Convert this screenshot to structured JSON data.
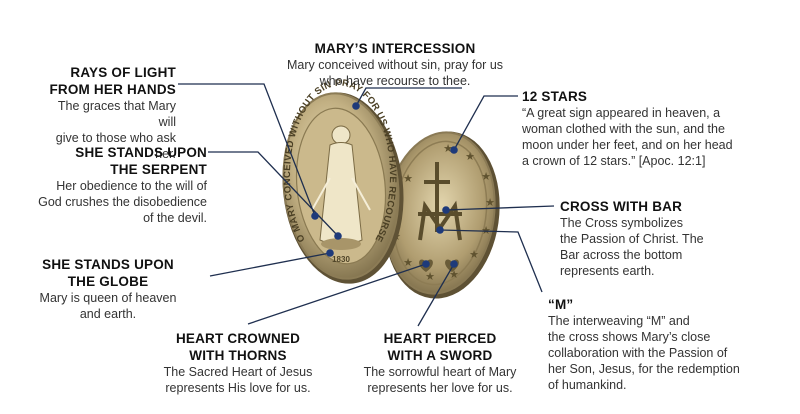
{
  "labels": {
    "intercession": {
      "title": "MARY’S INTERCESSION",
      "text": "Mary conceived without sin, pray for us\nwho have recourse to thee."
    },
    "rays": {
      "title": "RAYS OF LIGHT\nFROM HER HANDS",
      "text": "The graces that Mary will\ngive to those who ask her."
    },
    "serpent": {
      "title": "SHE STANDS UPON\nTHE SERPENT",
      "text": "Her obedience to the will of\nGod crushes the disobedience\nof the devil."
    },
    "globe": {
      "title": "SHE STANDS UPON\nTHE GLOBE",
      "text": "Mary is queen of heaven\nand earth."
    },
    "thorns": {
      "title": "HEART CROWNED\nWITH THORNS",
      "text": "The Sacred Heart of Jesus\nrepresents His love for us."
    },
    "sword": {
      "title": "HEART PIERCED\nWITH A SWORD",
      "text": "The sorrowful heart of Mary\nrepresents her love for us."
    },
    "stars": {
      "title": "12 STARS",
      "text": "“A great sign appeared in heaven, a\nwoman clothed with the sun, and the\nmoon under her feet, and on her head\na crown of 12 stars.” [Apoc. 12:1]"
    },
    "cross": {
      "title": "CROSS WITH BAR",
      "text": "The Cross symbolizes\nthe Passion of Christ. The\nBar across the bottom\nrepresents earth."
    },
    "m": {
      "title": "“M”",
      "text": "The interweaving “M” and\nthe cross shows Mary’s close\ncollaboration with the Passion of\nher Son, Jesus, for the redemption\nof humankind."
    }
  },
  "medal": {
    "inscription": "O MARY CONCEIVED WITHOUT SIN PRAY FOR US WHO HAVE RECOURSE TO THEE",
    "year": "1830"
  },
  "colors": {
    "leader": "#1f2f4f",
    "dot": "#1e3a7a",
    "medal_light": "#e6d9b0",
    "medal_mid": "#b8a578",
    "medal_dark": "#6d5f3e"
  }
}
